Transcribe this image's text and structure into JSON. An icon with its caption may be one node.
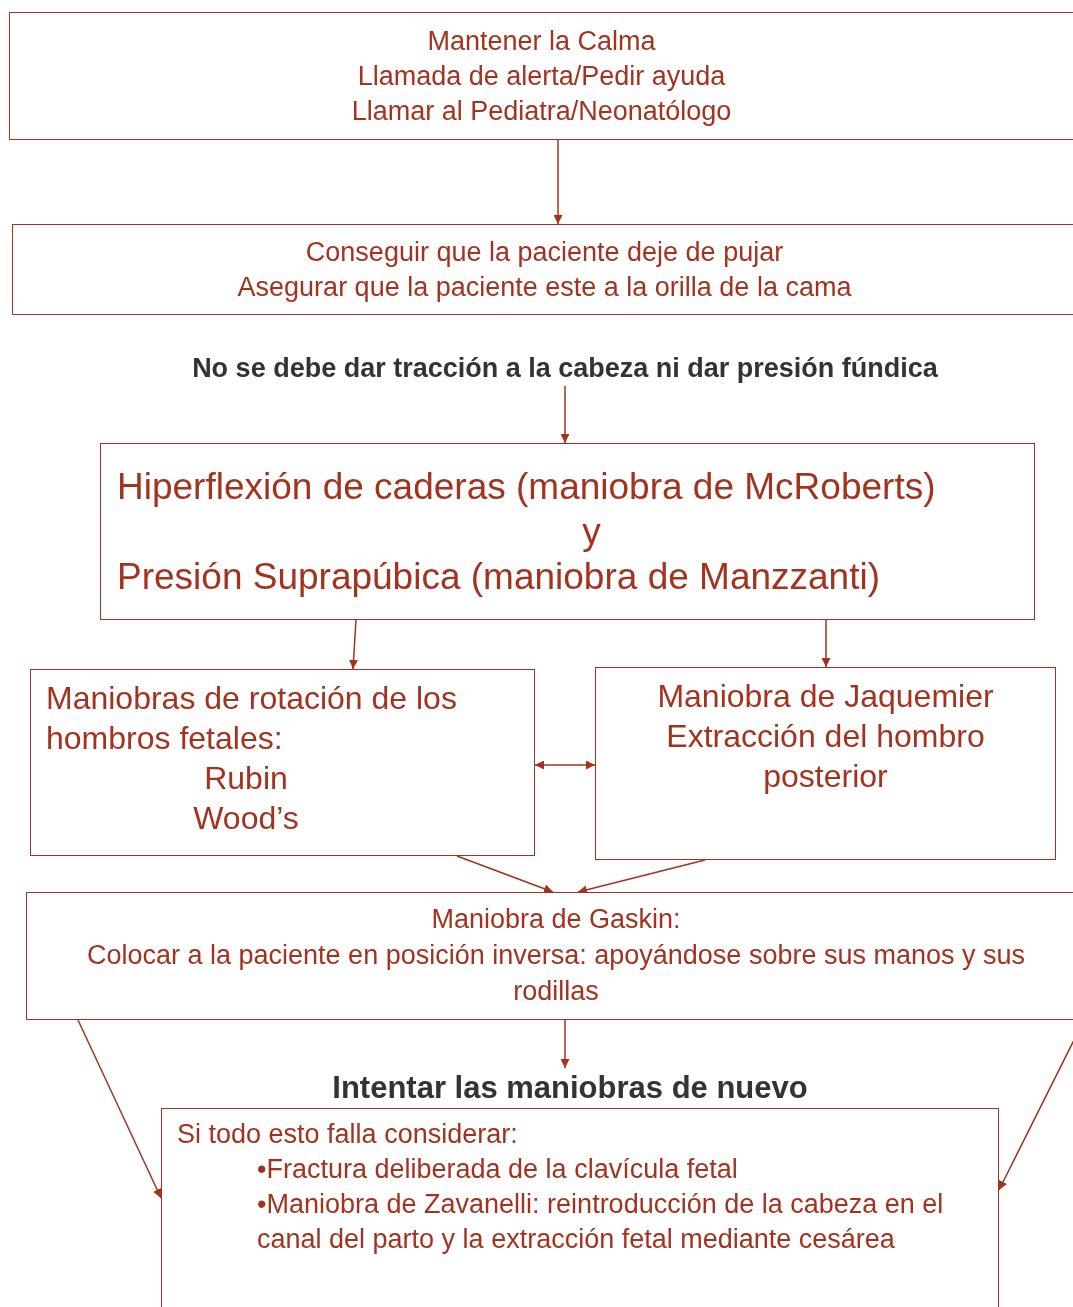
{
  "diagram": {
    "nodes": [
      {
        "text": [
          "Mantener la Calma",
          "Llamada de alerta/Pedir ayuda",
          "Llamar al Pediatra/Neonatólogo"
        ]
      },
      {
        "text": [
          "Conseguir que la paciente deje de pujar",
          "Asegurar que la paciente este a la orilla de la cama"
        ]
      },
      {
        "text": [
          "No se debe dar tracción a la cabeza ni dar presión fúndica"
        ]
      },
      {
        "text": [
          "Hiperflexión de caderas (maniobra de McRoberts)",
          "y",
          "Presión Suprapúbica (maniobra de Manzzanti)"
        ]
      },
      {
        "text": [
          "Maniobras de rotación de los hombros fetales:",
          "Rubin",
          "Wood’s"
        ]
      },
      {
        "text": [
          "Maniobra de Jaquemier",
          "Extracción del hombro posterior"
        ]
      },
      {
        "text": [
          "Maniobra de Gaskin:",
          "Colocar a la paciente en posición inversa:  apoyándose sobre sus manos y sus rodillas"
        ]
      },
      {
        "text": [
          "Intentar las maniobras de nuevo"
        ]
      },
      {
        "text": [
          "Si todo esto falla considerar:",
          "•Fractura deliberada de la clavícula fetal",
          "•Maniobra de Zavanelli: reintroducción de la cabeza en el canal del parto y la extracción fetal mediante cesárea"
        ]
      }
    ],
    "edges": [
      {
        "from": 0,
        "to": 1,
        "arrow": "to"
      },
      {
        "from": 2,
        "to": 3,
        "arrow": "to"
      },
      {
        "from": 3,
        "to": 4,
        "arrow": "to"
      },
      {
        "from": 3,
        "to": 5,
        "arrow": "to"
      },
      {
        "from": 4,
        "to": 5,
        "arrow": "both"
      },
      {
        "from": 4,
        "to": 6,
        "arrow": "to"
      },
      {
        "from": 5,
        "to": 6,
        "arrow": "to"
      },
      {
        "from": 6,
        "to": 7,
        "arrow": "to"
      },
      {
        "from": 6,
        "to": 8,
        "arrow": "to"
      },
      {
        "from": 6,
        "to": 8,
        "arrow": "to"
      }
    ]
  }
}
